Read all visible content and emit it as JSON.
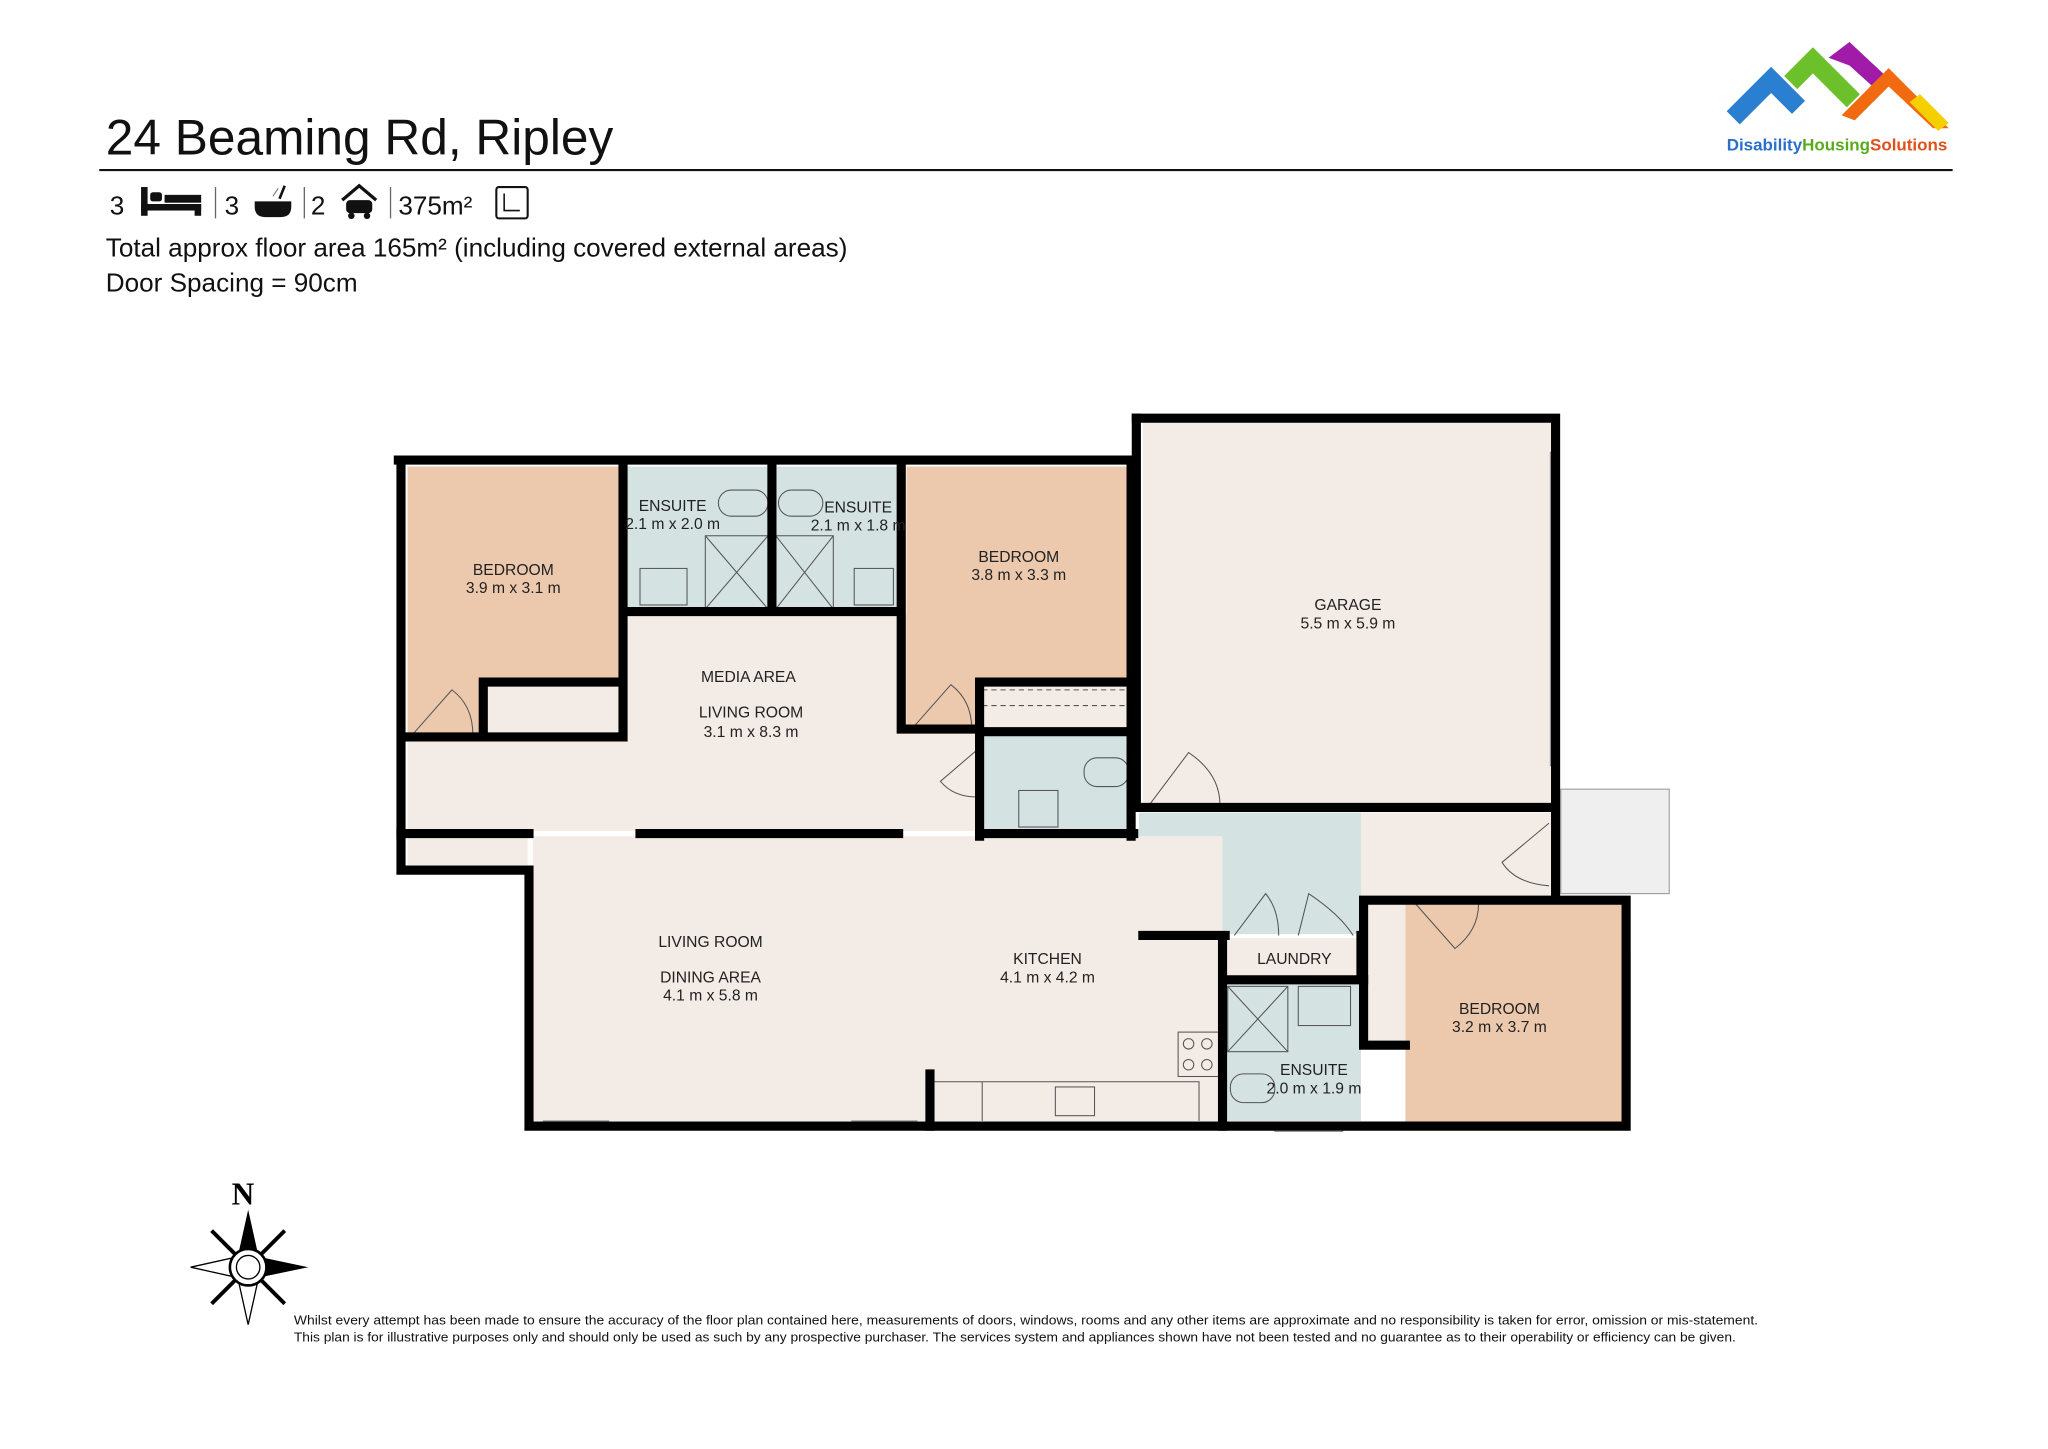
{
  "header": {
    "title": "24 Beaming Rd, Ripley",
    "stats": {
      "bedrooms": "3",
      "bathrooms": "3",
      "car_spaces": "2",
      "land_area": "375m²",
      "icons": [
        "bed-icon",
        "bath-icon",
        "car-garage-icon",
        "land-area-icon"
      ]
    },
    "floor_area": "Total approx floor area 165m² (including covered external areas)",
    "door_spacing": "Door Spacing = 90cm"
  },
  "logo": {
    "part1": "Disability",
    "part2": "Housing",
    "part3": "Solutions",
    "colors": [
      "#2a6fc9",
      "#7cc22a",
      "#a020a0",
      "#f26a10",
      "#f5d000"
    ]
  },
  "floorplan": {
    "rooms": [
      {
        "name": "BEDROOM",
        "dims": "3.9 m x 3.1 m"
      },
      {
        "name": "ENSUITE",
        "dims": "2.1 m x 2.0 m"
      },
      {
        "name": "ENSUITE",
        "dims": "2.1 m x 1.8 m"
      },
      {
        "name": "BEDROOM",
        "dims": "3.8 m x 3.3 m"
      },
      {
        "name": "GARAGE",
        "dims": "5.5 m x 5.9 m"
      },
      {
        "name": "MEDIA AREA",
        "name2": "LIVING ROOM",
        "dims": "3.1 m x 8.3 m"
      },
      {
        "name": "LIVING ROOM",
        "name2": "DINING AREA",
        "dims": "4.1 m x 5.8 m"
      },
      {
        "name": "KITCHEN",
        "dims": "4.1 m x 4.2 m"
      },
      {
        "name": "LAUNDRY"
      },
      {
        "name": "BEDROOM",
        "dims": "3.2 m x 3.7 m"
      },
      {
        "name": "ENSUITE",
        "dims": "2.0 m x 1.9 m"
      }
    ],
    "colors": {
      "bedroom": "#ecc9ad",
      "living": "#f3ebe6",
      "wet": "#d5e2e2",
      "porch": "#efefef",
      "wall": "#000000"
    }
  },
  "compass": {
    "north": "N"
  },
  "disclaimer": {
    "line1": "Whilst every attempt has been made to ensure the accuracy of the floor plan contained here, measurements of doors, windows, rooms and any other items are approximate and no responsibility is taken for error, omission or mis-statement.",
    "line2": "This plan is for illustrative purposes only and should only be used as such by any prospective purchaser. The services system and appliances shown have not been tested and no guarantee as to their operability or efficiency can be given."
  }
}
